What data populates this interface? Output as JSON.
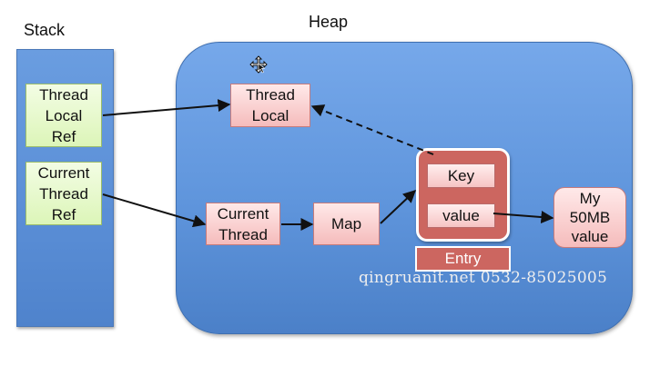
{
  "labels": {
    "stack": "Stack",
    "heap": "Heap"
  },
  "stack": {
    "thread_local_ref": [
      "Thread",
      "Local",
      "Ref"
    ],
    "current_thread_ref": [
      "Current",
      "Thread",
      "Ref"
    ]
  },
  "heap": {
    "thread_local": [
      "Thread",
      "Local"
    ],
    "current_thread": [
      "Current",
      "Thread"
    ],
    "map": "Map",
    "entry": {
      "key": "Key",
      "value": "value",
      "label": "Entry"
    },
    "my_value": [
      "My",
      "50MB",
      "value"
    ]
  },
  "watermark": "qingruanit.net 0532-85025005",
  "icons": {
    "cursor": "move-cursor-icon"
  },
  "colors": {
    "stack_fill": "#5a8ed6",
    "heap_fill": "#6a9de2",
    "ref_box": "#dcf5b8",
    "heap_box": "#f5bcbc",
    "entry_fill": "#cc6660",
    "arrow": "#111111"
  }
}
